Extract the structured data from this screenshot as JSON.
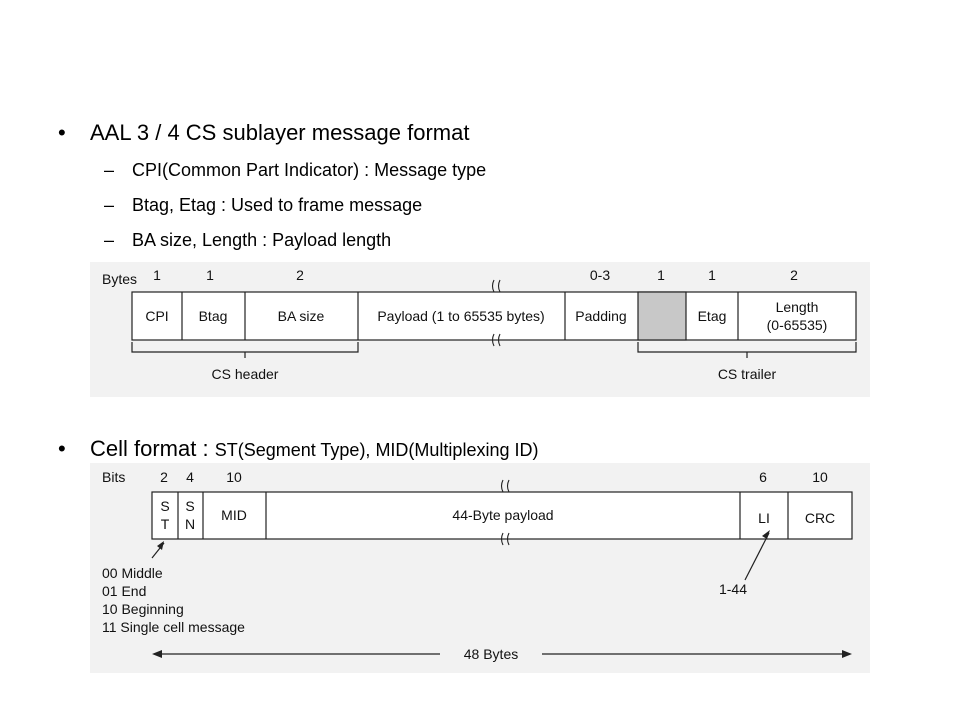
{
  "bullets": {
    "cs_format": {
      "mark": "•",
      "title": "AAL 3 / 4 CS sublayer message format",
      "subitems": [
        {
          "mark": "–",
          "text": "CPI(Common Part Indicator) : Message type"
        },
        {
          "mark": "–",
          "text": "Btag, Etag : Used to frame message"
        },
        {
          "mark": "–",
          "text": "BA size, Length : Payload length"
        }
      ]
    },
    "cell_format": {
      "mark": "•",
      "title": "Cell format : ",
      "detail": "ST(Segment Type), MID(Multiplexing ID)"
    }
  },
  "cs_figure": {
    "unit_label": "Bytes",
    "fields": [
      {
        "size": "1",
        "name": "CPI"
      },
      {
        "size": "1",
        "name": "Btag"
      },
      {
        "size": "2",
        "name": "BA size"
      },
      {
        "size": "",
        "name": "Payload (1 to 65535 bytes)"
      },
      {
        "size": "0-3",
        "name": "Padding"
      },
      {
        "size": "1",
        "name": ""
      },
      {
        "size": "1",
        "name": "Etag"
      },
      {
        "size": "2",
        "name": "Length",
        "name2": "(0-65535)"
      }
    ],
    "header_label": "CS header",
    "trailer_label": "CS trailer",
    "shaded_color": "#c8c8c8"
  },
  "cell_figure": {
    "unit_label": "Bits",
    "fields": [
      {
        "size": "2",
        "name": "S",
        "name2": "T"
      },
      {
        "size": "4",
        "name": "S",
        "name2": "N"
      },
      {
        "size": "10",
        "name": "MID"
      },
      {
        "size": "",
        "name": "44-Byte payload"
      },
      {
        "size": "6",
        "name": "LI"
      },
      {
        "size": "10",
        "name": "CRC"
      }
    ],
    "st_codes": [
      "00 Middle",
      "01 End",
      "10 Beginning",
      "11 Single cell message"
    ],
    "li_range": "1-44",
    "total_label": "48 Bytes"
  }
}
